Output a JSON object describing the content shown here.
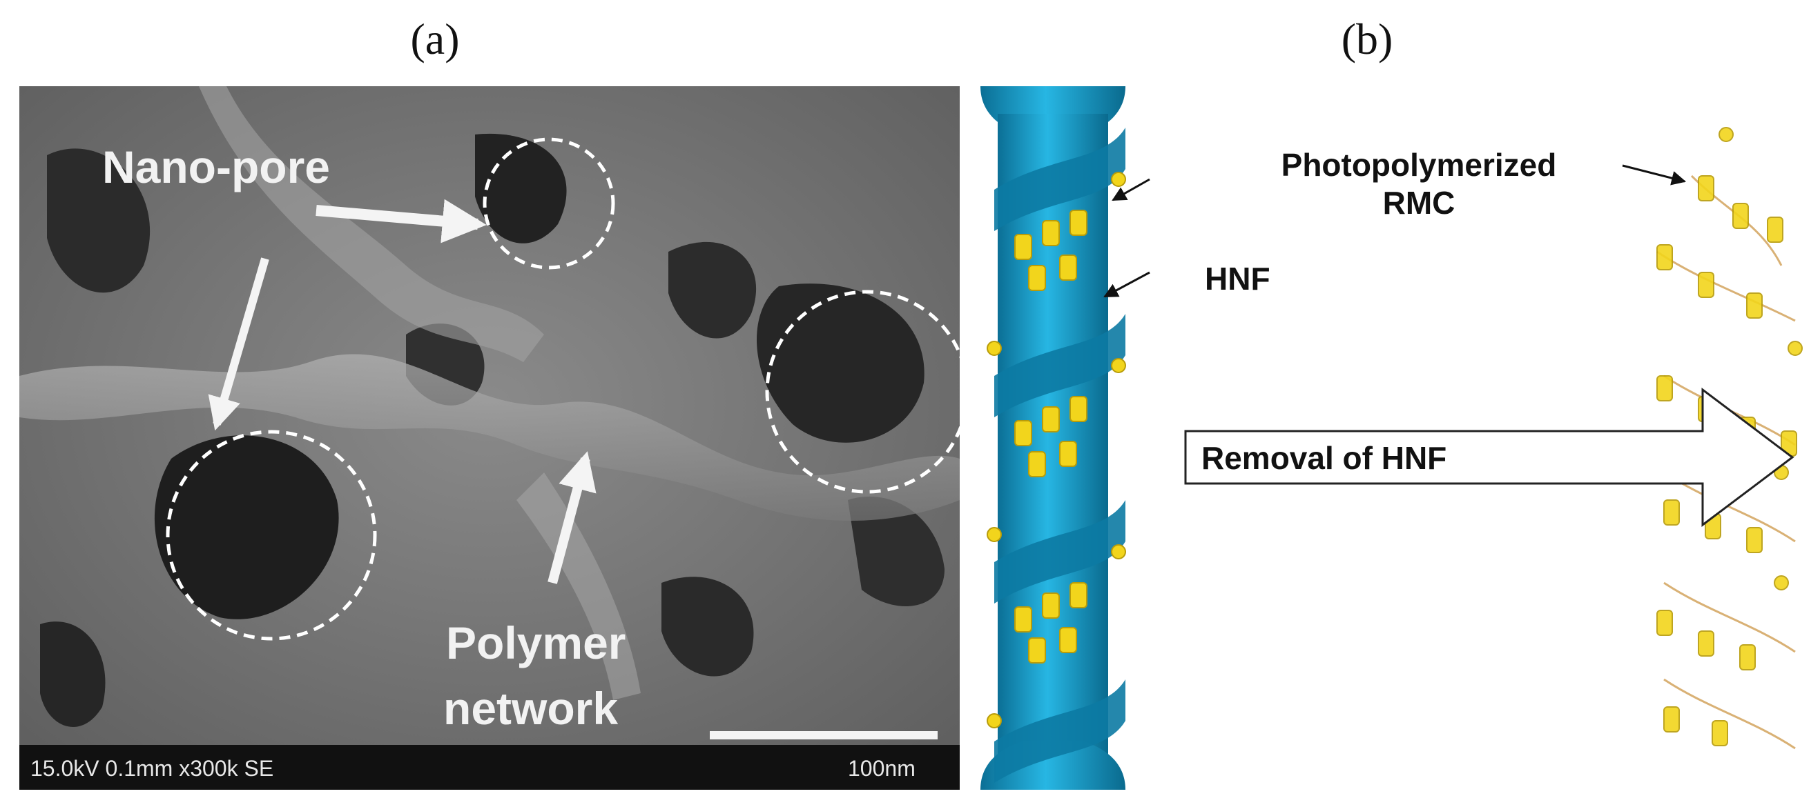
{
  "panels": {
    "a": {
      "label": "(a)"
    },
    "b": {
      "label": "(b)"
    }
  },
  "sem": {
    "nanopore_label": "Nano-pore",
    "polymer_label_line1": "Polymer",
    "polymer_label_line2": "network",
    "info_bar": "15.0kV 0.1mm x300k SE",
    "scale_label": "100nm"
  },
  "diagram": {
    "rmc_label_line1": "Photopolymerized",
    "rmc_label_line2": "RMC",
    "hnf_label": "HNF",
    "arrow_label": "Removal of HNF"
  },
  "colors": {
    "helix_blue": "#1aa7d4",
    "rmc_yellow": "#f2d51c",
    "network_green": "#2a7a3a"
  }
}
